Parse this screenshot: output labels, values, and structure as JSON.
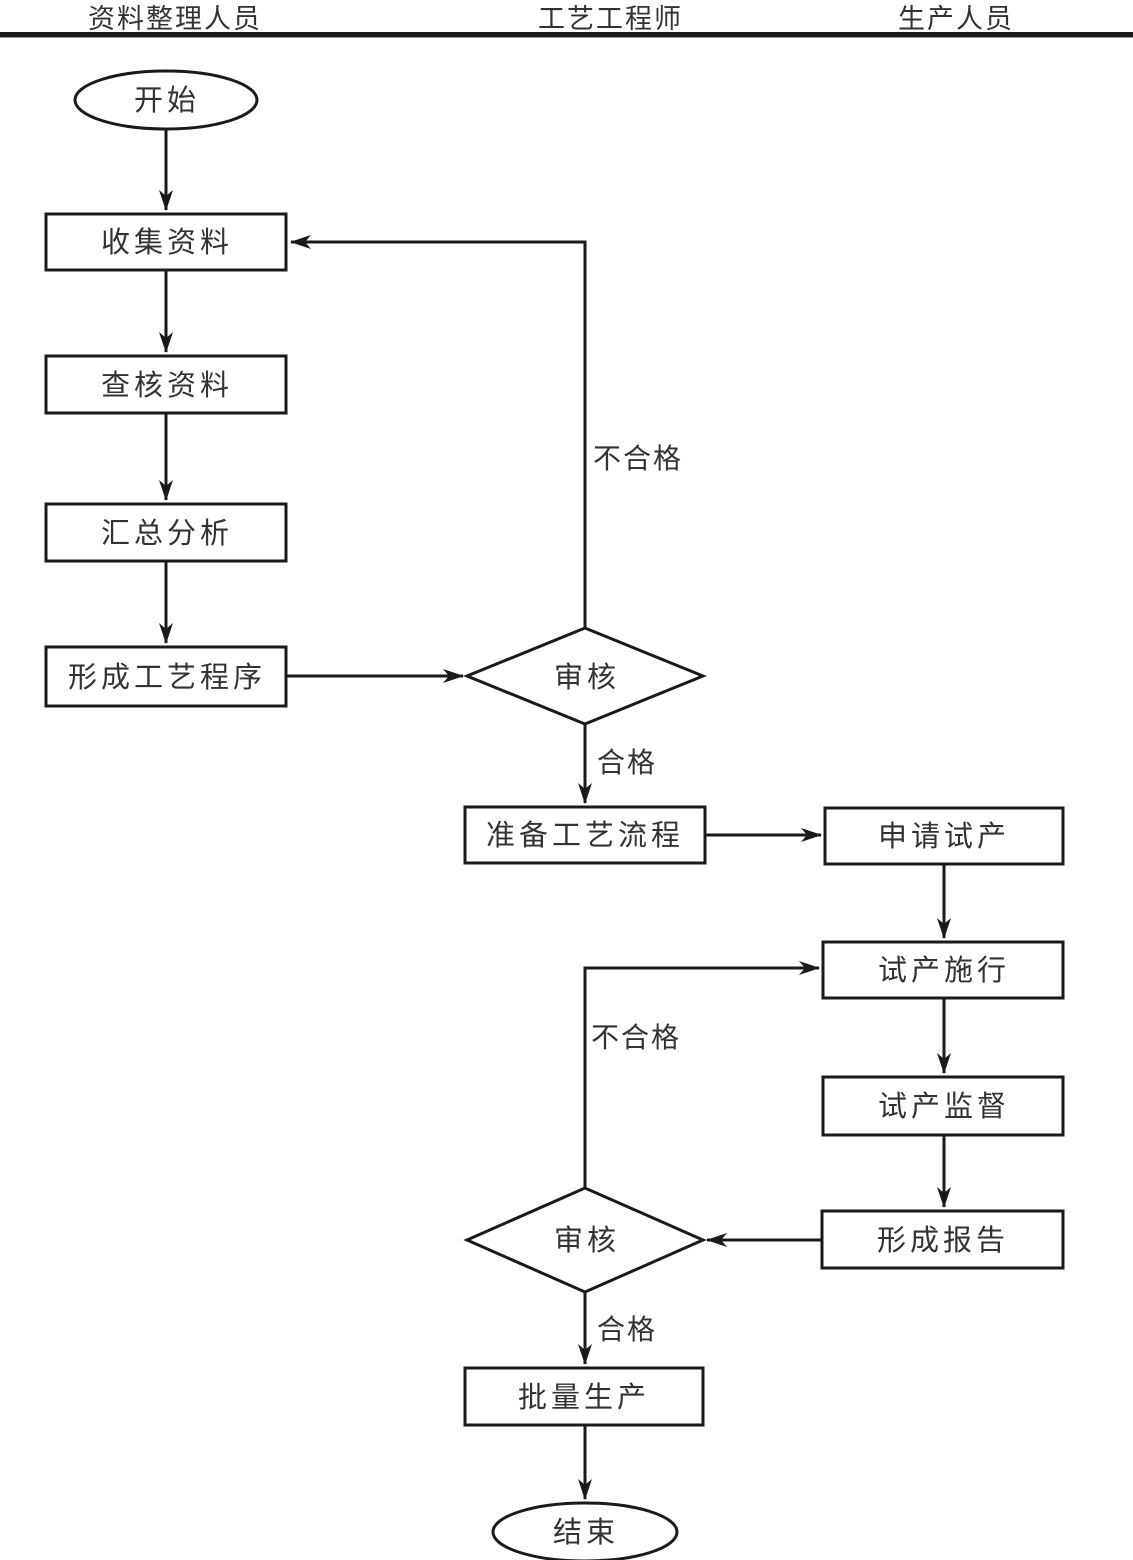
{
  "lanes": [
    {
      "label": "资料整理人员"
    },
    {
      "label": "工艺工程师"
    },
    {
      "label": "生产人员"
    }
  ],
  "nodes": {
    "start": {
      "label": "开始",
      "shape": "terminator"
    },
    "collect_data": {
      "label": "收集资料",
      "shape": "process"
    },
    "check_data": {
      "label": "查核资料",
      "shape": "process"
    },
    "summarize_analyze": {
      "label": "汇总分析",
      "shape": "process"
    },
    "form_process_procedure": {
      "label": "形成工艺程序",
      "shape": "process"
    },
    "review_1": {
      "label": "审核",
      "shape": "decision"
    },
    "prepare_process_flow": {
      "label": "准备工艺流程",
      "shape": "process"
    },
    "apply_trial_production": {
      "label": "申请试产",
      "shape": "process"
    },
    "trial_production_run": {
      "label": "试产施行",
      "shape": "process"
    },
    "trial_production_supervision": {
      "label": "试产监督",
      "shape": "process"
    },
    "form_report": {
      "label": "形成报告",
      "shape": "process"
    },
    "review_2": {
      "label": "审核",
      "shape": "decision"
    },
    "mass_production": {
      "label": "批量生产",
      "shape": "process"
    },
    "end": {
      "label": "结束",
      "shape": "terminator"
    }
  },
  "edge_labels": {
    "review_1_fail": "不合格",
    "review_1_pass": "合格",
    "review_2_fail": "不合格",
    "review_2_pass": "合格"
  },
  "colors": {
    "line": "#1a1a1a",
    "text": "#333333",
    "background": "#ffffff"
  }
}
